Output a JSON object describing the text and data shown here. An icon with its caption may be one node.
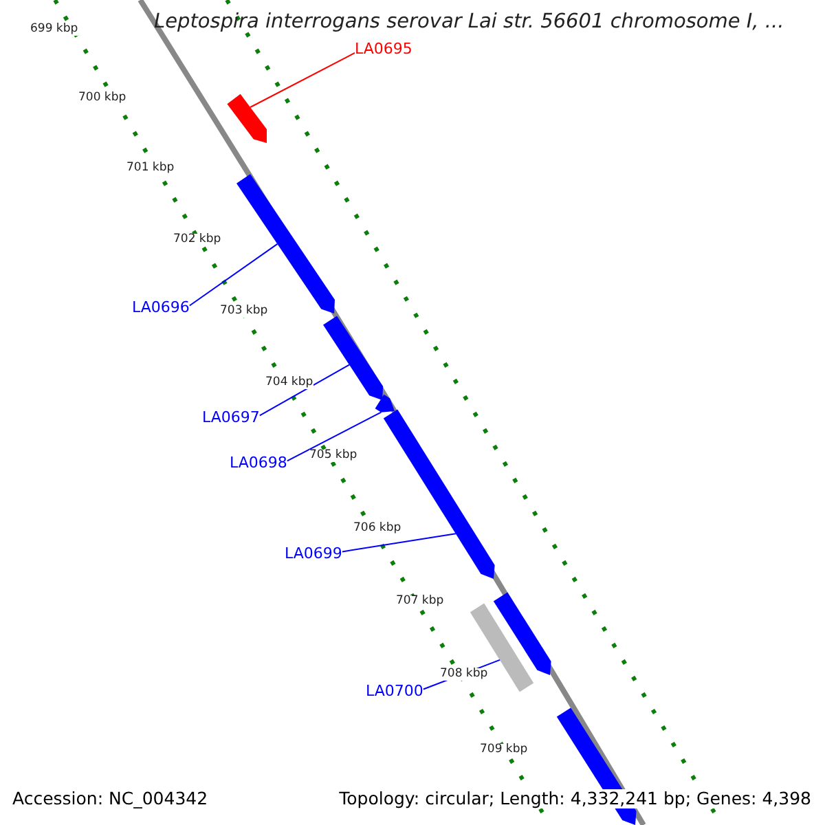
{
  "diagram": {
    "title": "Leptospira interrogans serovar Lai str. 56601 chromosome I, ...",
    "nodes": [
      {
        "text": [
          "LA0695"
        ]
      },
      {
        "text": [
          "LA0696"
        ]
      },
      {
        "text": [
          "LA0697"
        ]
      },
      {
        "text": [
          "LA0698"
        ]
      },
      {
        "text": [
          "LA0699"
        ]
      },
      {
        "text": [
          "LA0700"
        ]
      },
      {
        "text": [],
        "shape": "arrow"
      },
      {
        "text": [],
        "shape": "arrow"
      },
      {
        "text": [],
        "shape": "arrow"
      },
      {
        "text": [],
        "shape": "arrow"
      },
      {
        "text": [],
        "shape": "arrow"
      },
      {
        "text": [],
        "shape": "arrow"
      },
      {
        "text": [],
        "shape": "bar"
      },
      {
        "text": [],
        "shape": "arrow"
      }
    ],
    "edges": [
      {
        "from": 0,
        "to": 6,
        "arrow": "none",
        "color": "#ff0000"
      },
      {
        "from": 1,
        "to": 7,
        "arrow": "none"
      },
      {
        "from": 2,
        "to": 8,
        "arrow": "none"
      },
      {
        "from": 3,
        "to": 9,
        "arrow": "none"
      },
      {
        "from": 4,
        "to": 10,
        "arrow": "none"
      },
      {
        "from": 5,
        "to": 12,
        "arrow": "none"
      }
    ],
    "labels": [
      "699 kbp",
      "700 kbp",
      "701 kbp",
      "702 kbp",
      "703 kbp",
      "704 kbp",
      "705 kbp",
      "706 kbp",
      "707 kbp",
      "708 kbp",
      "709 kbp",
      "Accession: NC_004342",
      "Topology: circular; Length: 4,332,241 bp; Genes: 4,398"
    ]
  }
}
